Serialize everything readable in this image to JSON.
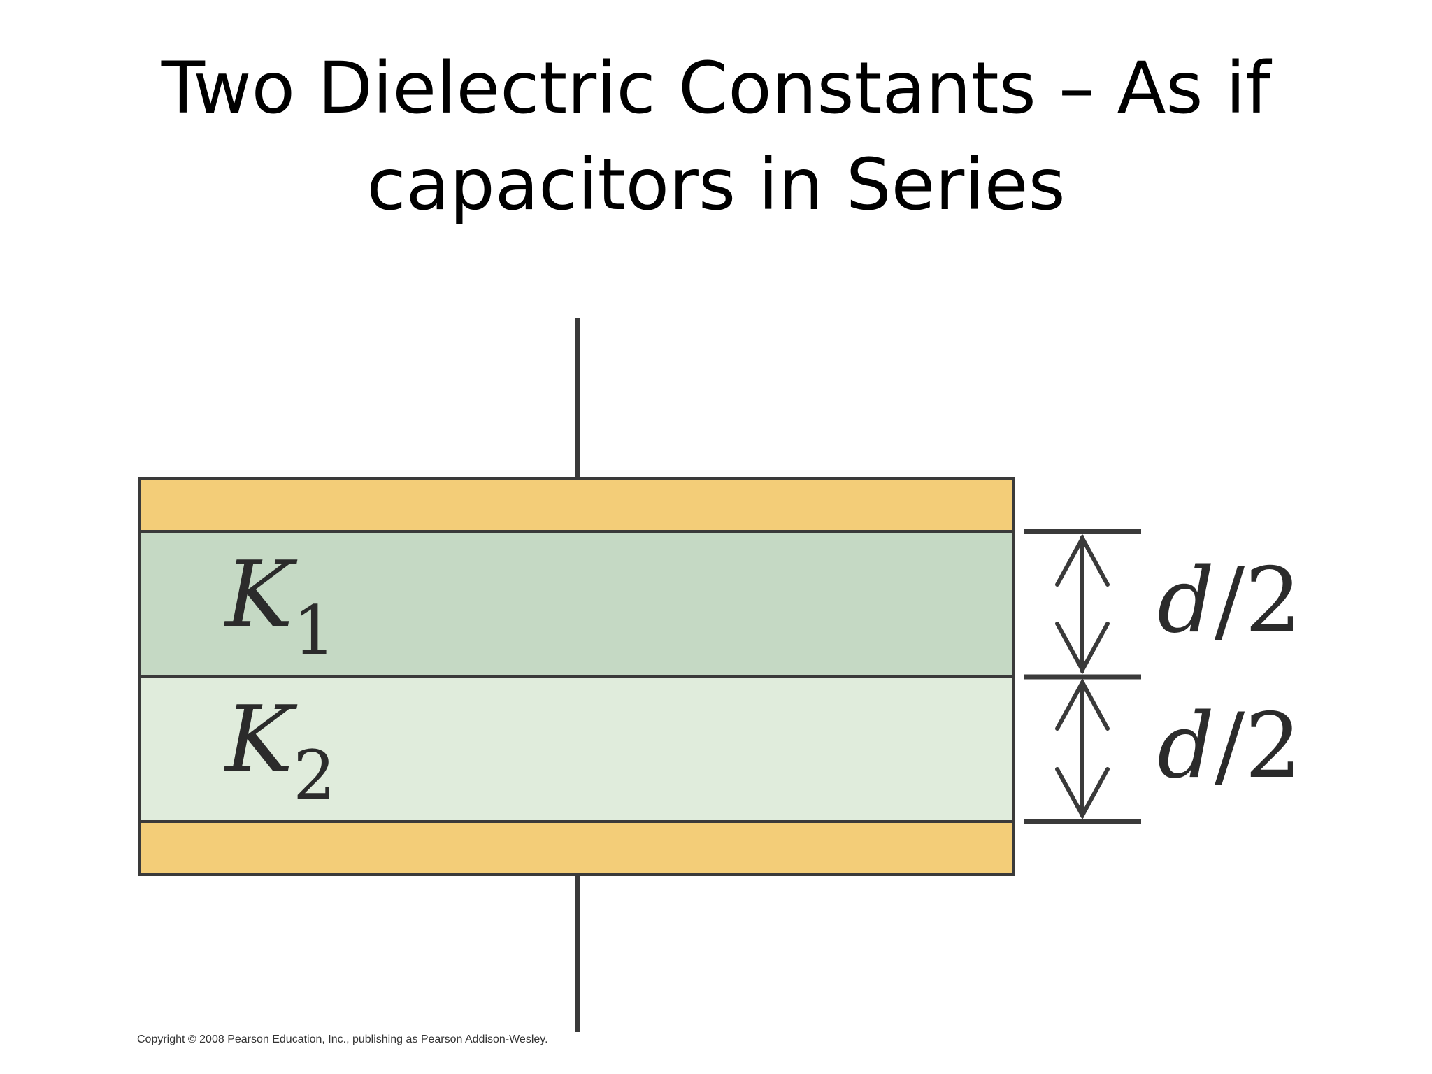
{
  "title": {
    "line1": "Two Dielectric Constants – As if",
    "line2": "capacitors in Series"
  },
  "diagram": {
    "layer1": {
      "symbol": "K",
      "subscript": "1"
    },
    "layer2": {
      "symbol": "K",
      "subscript": "2"
    },
    "gap_top": {
      "var": "d",
      "slash": "/",
      "num": "2"
    },
    "gap_bottom": {
      "var": "d",
      "slash": "/",
      "num": "2"
    },
    "colors": {
      "plate": "#f3cd78",
      "dielectric1": "#c5d9c4",
      "dielectric2": "#e0ecdc",
      "stroke": "#3a3a3a"
    }
  },
  "copyright": "Copyright © 2008 Pearson Education, Inc., publishing as Pearson Addison-Wesley."
}
